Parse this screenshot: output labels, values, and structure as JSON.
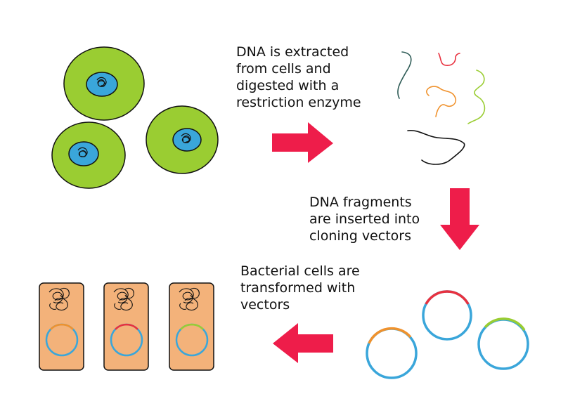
{
  "labels": {
    "extract": "DNA is extracted\nfrom cells and\ndigested with a\nrestriction enzyme",
    "insert": "DNA fragments\nare inserted into\ncloning vectors",
    "transform": "Bacterial cells are\ntransformed with\nvectors"
  },
  "colors": {
    "cell_cytoplasm": "#9ACD32",
    "nucleus": "#3AA6DA",
    "arrow": "#EE1D4A",
    "bacterium": "#F3B27A",
    "vector_blue": "#3AA6DA",
    "insert_orange": "#F0922D",
    "insert_red": "#E8313F",
    "insert_green": "#9ACD32",
    "fragment_teal": "#2F5C57",
    "fragment_black": "#111111"
  },
  "icons": [
    "eukaryotic-cell",
    "dna-fragment",
    "plasmid-vector",
    "bacterial-cell",
    "arrow-right",
    "arrow-down",
    "arrow-left"
  ]
}
